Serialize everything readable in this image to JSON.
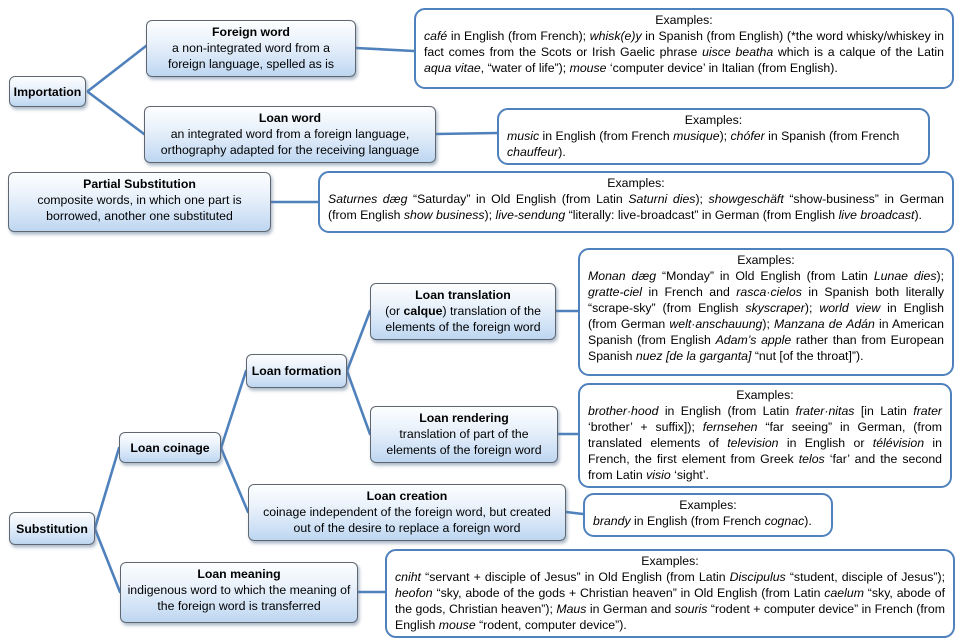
{
  "colors": {
    "accent_blue": "#4f81bd",
    "node_border": "#5f6670",
    "node_fill_top": "#fdfeff",
    "node_fill_bottom": "#bdd6f0",
    "example_border": "#4f81bd",
    "connector": "#4f81bd",
    "text": "#000000"
  },
  "nodes": {
    "importation": {
      "label": "Importation"
    },
    "substitution": {
      "label": "Substitution"
    },
    "loan_coinage": {
      "label": "Loan coinage"
    },
    "loan_formation": {
      "label": "Loan formation"
    },
    "foreign_word": {
      "title": "Foreign word",
      "desc": "a non-integrated word from a foreign language, spelled as is"
    },
    "loan_word": {
      "title": "Loan word",
      "desc": "an integrated word from a foreign language, orthography adapted for the receiving language"
    },
    "partial_substitution": {
      "title": "Partial Substitution",
      "desc": "composite words, in which one part is borrowed, another one substituted"
    },
    "loan_translation": {
      "title": "Loan translation",
      "desc": "(or {b}calque{/b}) translation of the elements of the foreign word"
    },
    "loan_rendering": {
      "title": "Loan rendering",
      "desc": "translation of part of the elements of the foreign word"
    },
    "loan_creation": {
      "title": "Loan creation",
      "desc": "coinage independent of the foreign word, but created out of the desire to replace a foreign word"
    },
    "loan_meaning": {
      "title": "Loan meaning",
      "desc": "indigenous word to which the meaning of the foreign word is transferred"
    }
  },
  "examples": {
    "heading": "Examples:",
    "foreign_word": "{i}café{/i} in English (from French); {i}whisk(e)y{/i} in Spanish (from English) (*the word whisky/whiskey in fact comes from the Scots or Irish Gaelic phrase {i}uisce beatha{/i} which is a calque of the Latin {i}aqua vitae{/i}, “water of life”); {i}mouse{/i} ‘computer device’ in Italian (from English).",
    "loan_word": "{i}music{/i} in English (from French {i}musique{/i}); {i}chófer{/i} in Spanish (from French {i}chauffeur{/i}).",
    "partial_substitution": "{i}Saturnes dæg{/i} “Saturday” in Old English (from Latin {i}Saturni dies{/i}); {i}showgeschäft{/i} “show-business” in German (from English {i}show business{/i}); {i}live-sendung{/i} “literally: live-broadcast” in German (from English {i}live broadcast{/i}).",
    "loan_translation": "{i}Monan dæg{/i} “Monday” in Old English (from Latin {i}Lunae dies{/i}); {i}gratte-ciel{/i} in French and {i}rasca·cielos{/i} in Spanish both literally “scrape-sky” (from English {i}skyscraper{/i}); {i}world view{/i} in English (from German {i}welt·anschauung{/i}); {i}Manzana de Adán{/i} in American Spanish (from English {i}Adam’s apple{/i} rather than from European Spanish {i}nuez [de la garganta]{/i} “nut [of the throat]”).",
    "loan_rendering": "{i}brother·hood{/i} in English (from Latin {i}frater·nitas{/i} [in Latin {i}frater{/i} ‘brother’ + suffix]); {i}fernsehen{/i} “far seeing” in German, (from translated elements of {i}television{/i} in English or {i}télévision{/i} in French, the first element from Greek {i}telos{/i} ‘far’ and the second from Latin {i}visio{/i} ‘sight’.",
    "loan_creation": "{i}brandy{/i} in English (from French {i}cognac{/i}).",
    "loan_meaning": "{i}cniht{/i} “servant + disciple of Jesus” in Old English (from Latin {i}Discipulus{/i} “student, disciple of Jesus”); {i}heofon{/i} “sky, abode of the gods + Christian heaven” in Old English (from Latin {i}caelum{/i} “sky, abode of the gods, Christian heaven”); {i}Maus{/i} in German and {i}souris{/i} “rodent + computer device” in French (from English {i}mouse{/i} “rodent, computer device”)."
  }
}
